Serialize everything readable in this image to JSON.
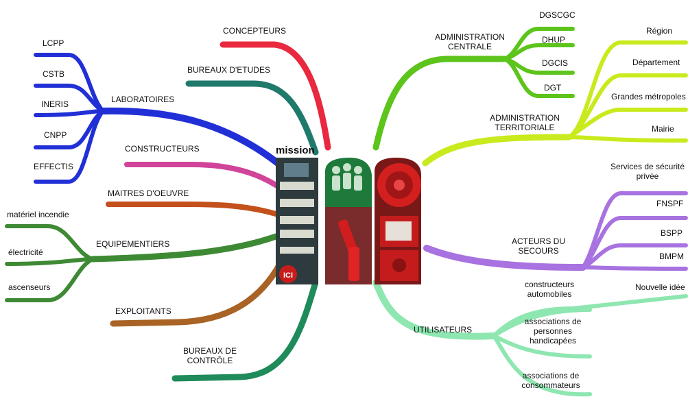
{
  "center": {
    "logo_text": "mission",
    "badge_text": "ICI"
  },
  "left": {
    "concepteurs": "CONCEPTEURS",
    "bureaux_etudes": "BUREAUX D'ETUDES",
    "laboratoires": {
      "label": "LABORATOIRES",
      "children": [
        "LCPP",
        "CSTB",
        "INERIS",
        "CNPP",
        "EFFECTIS"
      ]
    },
    "constructeurs": "CONSTRUCTEURS",
    "maitres_oeuvre": "MAITRES D'OEUVRE",
    "equipementiers": {
      "label": "EQUIPEMENTIERS",
      "children": [
        "matériel incendie",
        "électricité",
        "ascenseurs"
      ]
    },
    "exploitants": "EXPLOITANTS",
    "bureaux_controle": "BUREAUX DE CONTRÔLE"
  },
  "right": {
    "admin_centrale": {
      "label": "ADMINISTRATION CENTRALE",
      "children": [
        "DGSCGC",
        "DHUP",
        "DGCIS",
        "DGT"
      ]
    },
    "admin_territoriale": {
      "label": "ADMINISTRATION TERRITORIALE",
      "children": [
        "Région",
        "Département",
        "Grandes métropoles",
        "Mairie"
      ]
    },
    "acteurs_secours": {
      "label": "ACTEURS DU SECOURS",
      "children": [
        "Services de sécurité privée",
        "FNSPF",
        "BSPP",
        "BMPM"
      ]
    },
    "utilisateurs": {
      "label": "UTILISATEURS",
      "children": [
        "Nouvelle idée",
        "constructeurs automobiles",
        "associations de personnes handicapées",
        "associations de consommateurs"
      ]
    }
  },
  "colors": {
    "concepteurs": "#e8293f",
    "bureaux_etudes": "#1f7a6b",
    "laboratoires": "#2130d6",
    "constructeurs": "#d0449a",
    "maitres_oeuvre": "#c4501b",
    "equipementiers": "#3e8a34",
    "exploitants": "#a86325",
    "bureaux_controle": "#1f8a5a",
    "admin_centrale": "#5cc41a",
    "admin_territoriale": "#c9ea1c",
    "acteurs_secours": "#a872e0",
    "utilisateurs": "#8ee6b0"
  }
}
